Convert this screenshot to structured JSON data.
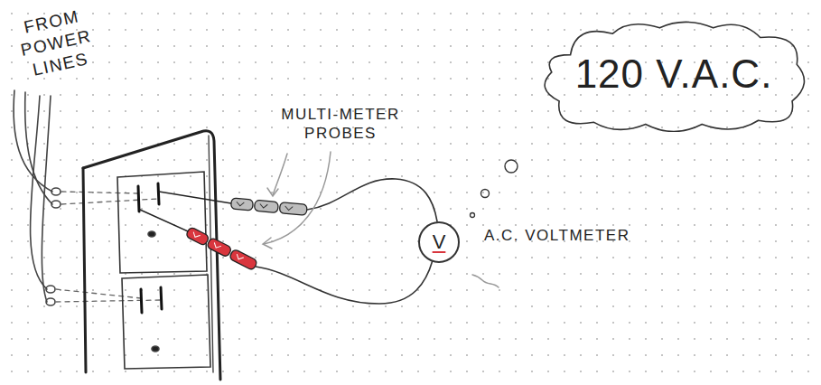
{
  "diagram": {
    "nodes": [
      {
        "text": [
          "120 V.A.C."
        ]
      },
      {
        "text": [
          "V"
        ]
      }
    ],
    "labels": [
      "FROM POWER LINES",
      "MULTI-METER PROBES",
      "A.C. VOLTMETER"
    ]
  }
}
